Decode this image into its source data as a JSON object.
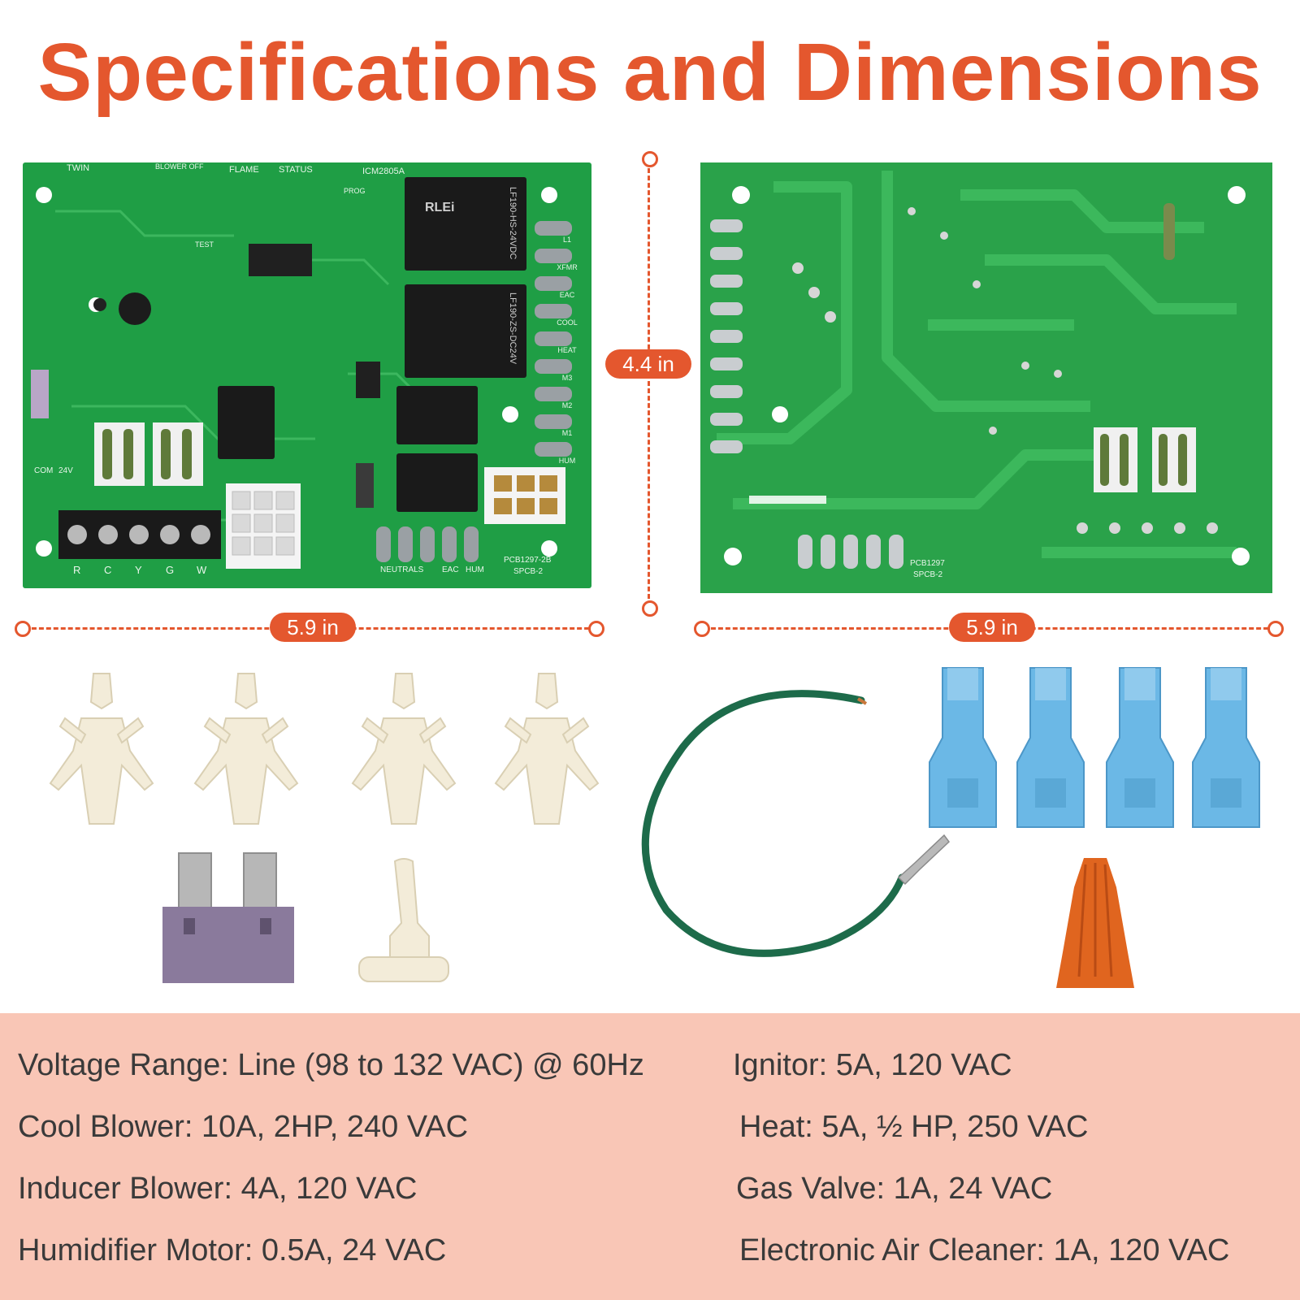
{
  "title": "Specifications and Dimensions",
  "colors": {
    "accent": "#e4572e",
    "board_green": "#1f9e45",
    "board_back": "#2aa24a",
    "spec_band": "#f9c6b6",
    "spec_text": "#3a3a3a",
    "terminal_blue": "#6bb8e6",
    "wire_nut": "#e0651f",
    "fuse_purple": "#8a7a9c"
  },
  "dimensions": {
    "height_label": "4.4 in",
    "width_label_front": "5.9 in",
    "width_label_back": "5.9 in"
  },
  "board_front": {
    "model": "ICM2805A",
    "pcb": "PCB1297-2B",
    "spcb": "SPCB-2",
    "relay_1": "LF190-HS-24VDC",
    "relay_2": "LF190-ZS-DC24V",
    "relay_brand": "RLEi",
    "terminals": [
      "R",
      "C",
      "Y",
      "G",
      "W"
    ],
    "label_twin": "TWIN",
    "label_blower_off": "BLOWER OFF",
    "label_flame": "FLAME",
    "label_status": "STATUS",
    "label_prog": "PROG",
    "label_test": "TEST",
    "label_com": "COM",
    "label_24v": "24V",
    "label_neutrals": "NEUTRALS",
    "label_eac": "EAC",
    "label_hum": "HUM",
    "side_labels": [
      "L1",
      "XFMR",
      "EAC",
      "COOL",
      "HEAT",
      "M3",
      "M2",
      "M1",
      "HUM"
    ]
  },
  "board_back": {
    "pcb": "PCB1297",
    "spcb": "SPCB-2"
  },
  "parts": [
    "standoff-icon",
    "standoff-icon",
    "standoff-icon",
    "standoff-icon",
    "fuse-icon",
    "support-post-icon",
    "jumper-wire-icon",
    "female-terminal-icon",
    "female-terminal-icon",
    "female-terminal-icon",
    "female-terminal-icon",
    "wire-nut-icon"
  ],
  "specs": {
    "left": [
      "Voltage Range: Line (98 to 132 VAC) @ 60Hz",
      "Cool Blower: 10A, 2HP, 240 VAC",
      "Inducer Blower: 4A, 120 VAC",
      "Humidifier Motor: 0.5A, 24 VAC"
    ],
    "right": [
      "Ignitor: 5A, 120 VAC",
      "Heat: 5A, ½ HP, 250 VAC",
      "Gas Valve: 1A, 24 VAC",
      "Electronic Air Cleaner: 1A, 120 VAC"
    ]
  }
}
